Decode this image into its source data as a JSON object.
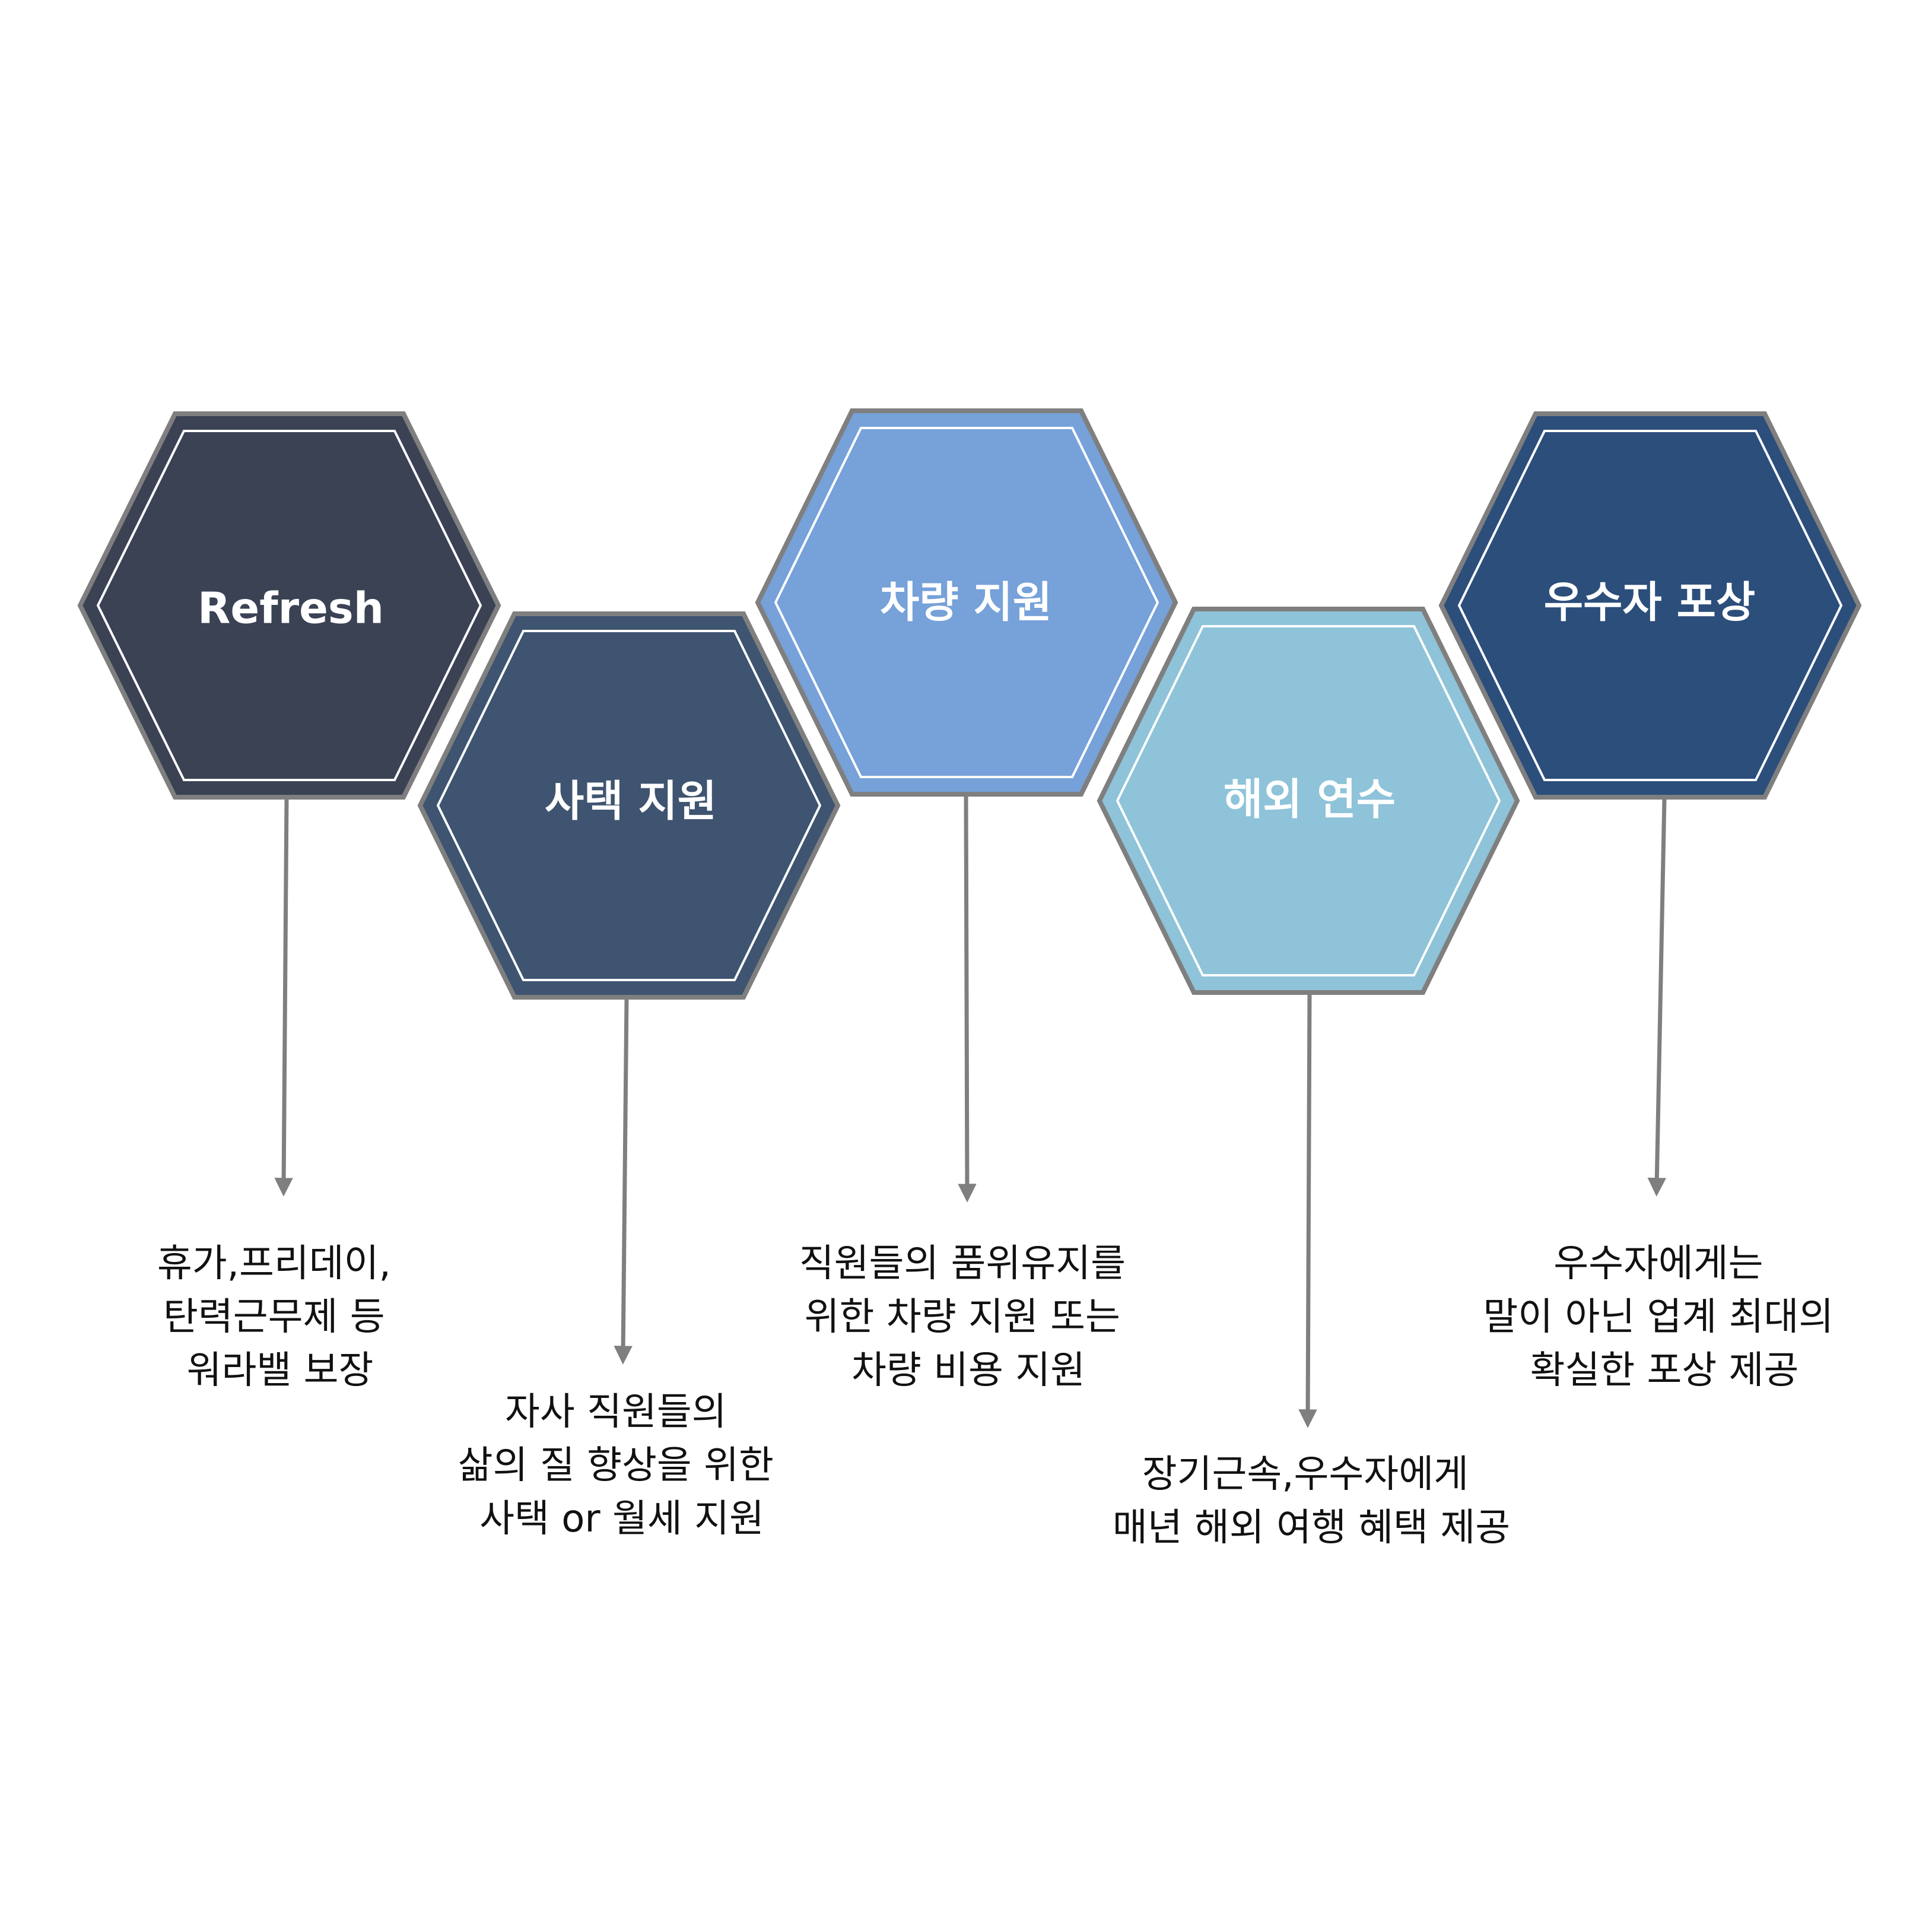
{
  "colors": {
    "outline": "#7f7f7f",
    "inner_line": "#ffffff",
    "arrow": "#7f7f7f",
    "text": "#111111"
  },
  "benefits": [
    {
      "title": "Refresh",
      "fill": "#3a4254",
      "description": [
        "휴가,프리데이,",
        "탄력근무제 등",
        "워라밸 보장"
      ]
    },
    {
      "title": "사택 지원",
      "fill": "#3e5470",
      "description": [
        "자사 직원들의",
        "삶의 질 향상을 위한",
        "사택 or 월세 지원"
      ]
    },
    {
      "title": "차량 지원",
      "fill": "#76a1d9",
      "description": [
        "직원들의 품위유지를",
        "위한 차량 지원 또는",
        "차량 비용 지원"
      ]
    },
    {
      "title": "해외 연수",
      "fill": "#8ec3d9",
      "description": [
        "장기근속,우수자에게",
        "매년 해외 여행 혜택 제공"
      ]
    },
    {
      "title": "우수자 포상",
      "fill": "#2c4e7b",
      "description": [
        "우수자에게는",
        "말이 아닌 업계 최대의",
        "확실한 포상 제공"
      ]
    }
  ]
}
